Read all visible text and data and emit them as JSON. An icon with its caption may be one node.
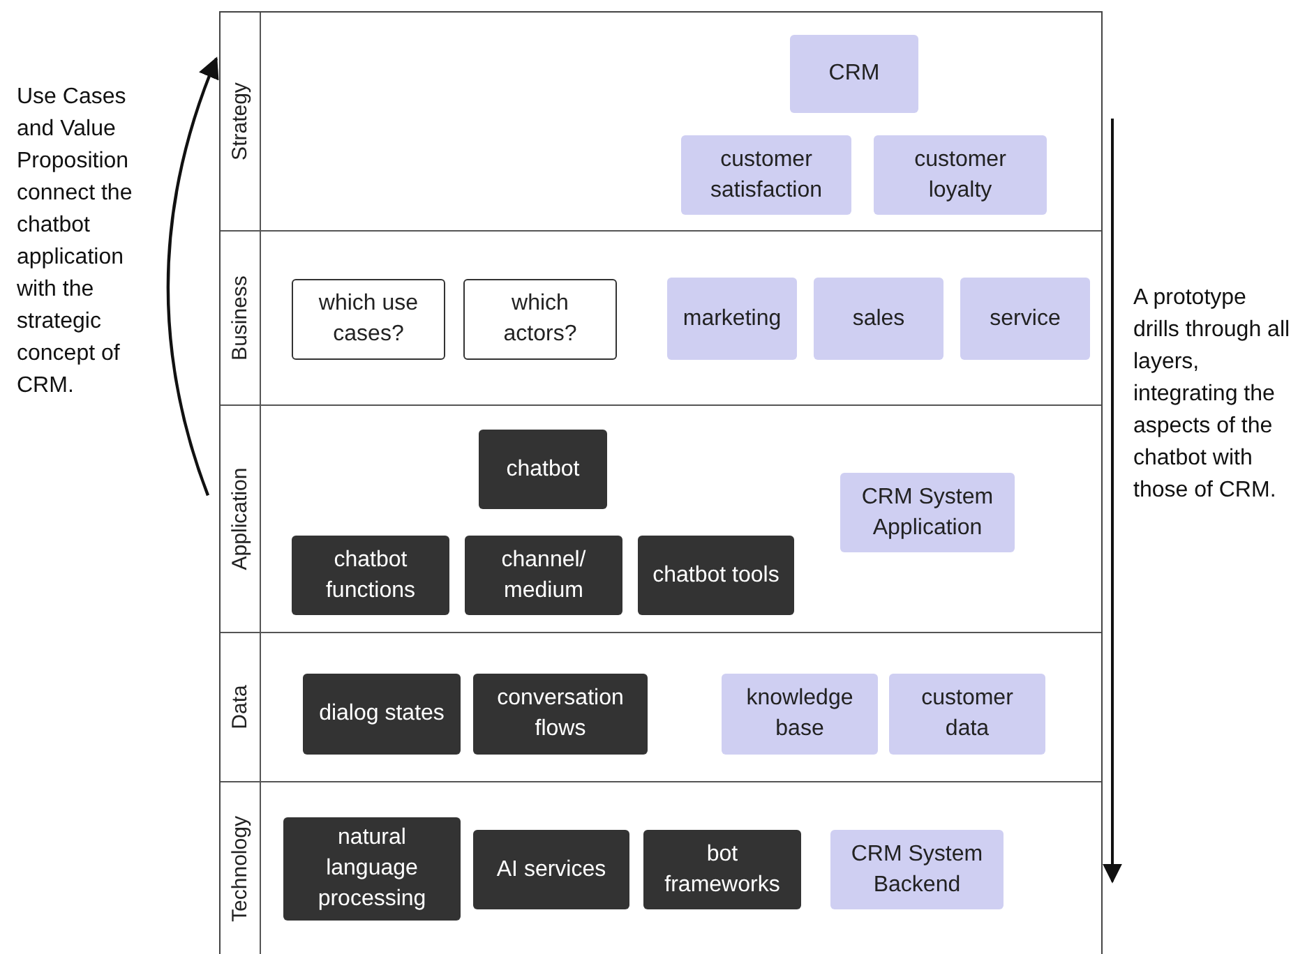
{
  "diagram": {
    "nodes": [
      {
        "text": [
          "Strategy"
        ]
      },
      {
        "text": [
          "CRM"
        ],
        "in": 0
      },
      {
        "text": [
          "customer satisfaction"
        ],
        "in": 0
      },
      {
        "text": [
          "customer loyalty"
        ],
        "in": 0
      },
      {
        "text": [
          "Business"
        ]
      },
      {
        "text": [
          "which use cases?"
        ],
        "in": 4
      },
      {
        "text": [
          "which actors?"
        ],
        "in": 4
      },
      {
        "text": [
          "marketing"
        ],
        "in": 4
      },
      {
        "text": [
          "sales"
        ],
        "in": 4
      },
      {
        "text": [
          "service"
        ],
        "in": 4
      },
      {
        "text": [
          "Application"
        ]
      },
      {
        "text": [
          "chatbot"
        ],
        "in": 10
      },
      {
        "text": [
          "chatbot functions"
        ],
        "in": 10
      },
      {
        "text": [
          "channel/ medium"
        ],
        "in": 10
      },
      {
        "text": [
          "chatbot tools"
        ],
        "in": 10
      },
      {
        "text": [
          "CRM System Application"
        ],
        "in": 10
      },
      {
        "text": [
          "Data"
        ]
      },
      {
        "text": [
          "dialog states"
        ],
        "in": 16
      },
      {
        "text": [
          "conversation flows"
        ],
        "in": 16
      },
      {
        "text": [
          "knowledge base"
        ],
        "in": 16
      },
      {
        "text": [
          "customer data"
        ],
        "in": 16
      },
      {
        "text": [
          "Technology"
        ]
      },
      {
        "text": [
          "natural language processing"
        ],
        "in": 21
      },
      {
        "text": [
          "AI services"
        ],
        "in": 21
      },
      {
        "text": [
          "bot frameworks"
        ],
        "in": 21
      },
      {
        "text": [
          "CRM System Backend"
        ],
        "in": 21
      }
    ],
    "edges": [
      {
        "from": 10,
        "to": 0,
        "arrow": "to"
      }
    ],
    "labels": [
      "Use Cases and Value Proposition connect the chatbot application with the strategic concept of CRM.",
      "A prototype drills through all layers, integrating the aspects of the chatbot with those of CRM."
    ]
  }
}
